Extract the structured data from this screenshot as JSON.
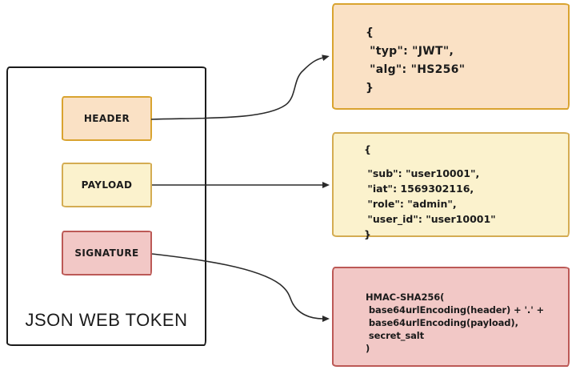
{
  "diagram": {
    "title": "JSON WEB TOKEN",
    "token_parts": [
      {
        "id": "header",
        "label": "HEADER"
      },
      {
        "id": "payload",
        "label": "PAYLOAD"
      },
      {
        "id": "signature",
        "label": "SIGNATURE"
      }
    ],
    "detail_boxes": {
      "header_json": {
        "lines": [
          "{",
          " \"typ\": \"JWT\",",
          " \"alg\": \"HS256\"",
          "}"
        ]
      },
      "payload_json": {
        "lines": [
          "{",
          "",
          " \"sub\": \"user10001\",",
          " \"iat\": 1569302116,",
          " \"role\": \"admin\",",
          " \"user_id\": \"user10001\"",
          "}"
        ]
      },
      "signature_json": {
        "lines": [
          "HMAC-SHA256(",
          " base64urlEncoding(header) + '.' +",
          " base64urlEncoding(payload),",
          " secret_salt",
          ")"
        ]
      }
    },
    "arrows": [
      {
        "from": "header",
        "to": "header_json"
      },
      {
        "from": "payload",
        "to": "payload_json"
      },
      {
        "from": "signature",
        "to": "signature_json"
      }
    ],
    "colors": {
      "header_fill": "#FAE1C5",
      "header_border": "#D9A32F",
      "payload_fill": "#FBF2CD",
      "payload_border": "#D4AC52",
      "signature_fill": "#F2C8C6",
      "signature_border": "#BC5956",
      "outline": "#1B1B1B",
      "arrow": "#2A2A2A",
      "text": "#1B1B1B"
    }
  }
}
